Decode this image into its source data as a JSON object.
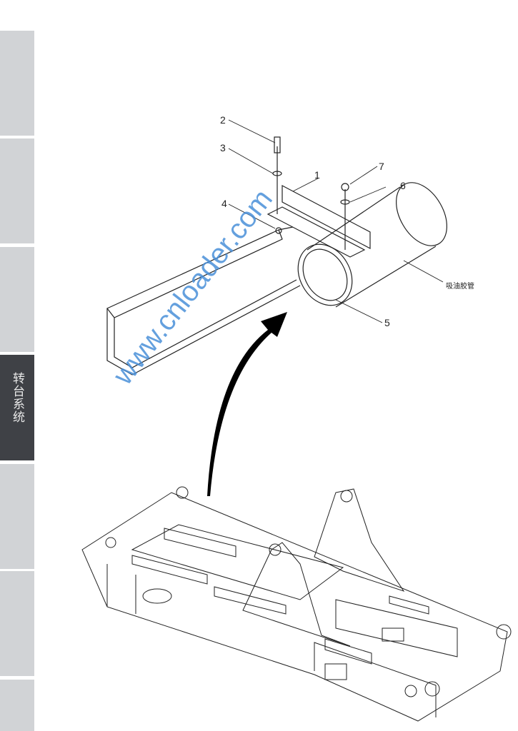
{
  "sidebar": {
    "tabs": [
      {
        "label": ""
      },
      {
        "label": ""
      },
      {
        "label": ""
      },
      {
        "label": "转台系统",
        "active": true
      },
      {
        "label": ""
      },
      {
        "label": ""
      },
      {
        "label": ""
      }
    ]
  },
  "diagram": {
    "callouts": [
      "1",
      "2",
      "3",
      "4",
      "5",
      "6",
      "7"
    ],
    "hose_label": "吸油胶管"
  },
  "watermark": "www.cnloader.com",
  "colors": {
    "tab": "#d1d3d6",
    "tab_active": "#3f4146",
    "watermark": "#4a90d9"
  }
}
